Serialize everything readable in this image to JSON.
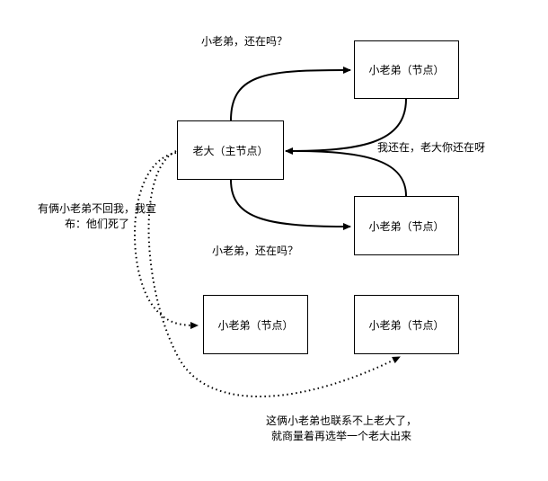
{
  "nodes": {
    "leader": "老大（主节点）",
    "follower_top_right": "小老弟（节点）",
    "follower_mid_right": "小老弟（节点）",
    "follower_bottom_left": "小老弟（节点）",
    "follower_bottom_right": "小老弟（节点）"
  },
  "labels": {
    "heartbeat_top": "小老弟，还在吗？",
    "reply": "我还在，老大你还在呀",
    "heartbeat_bottom": "小老弟，还在吗？",
    "declare_dead": "有俩小老弟不回我，我宣布：他们死了",
    "reelect": "这俩小老弟也联系不上老大了，就商量着再选举一个老大出来"
  }
}
